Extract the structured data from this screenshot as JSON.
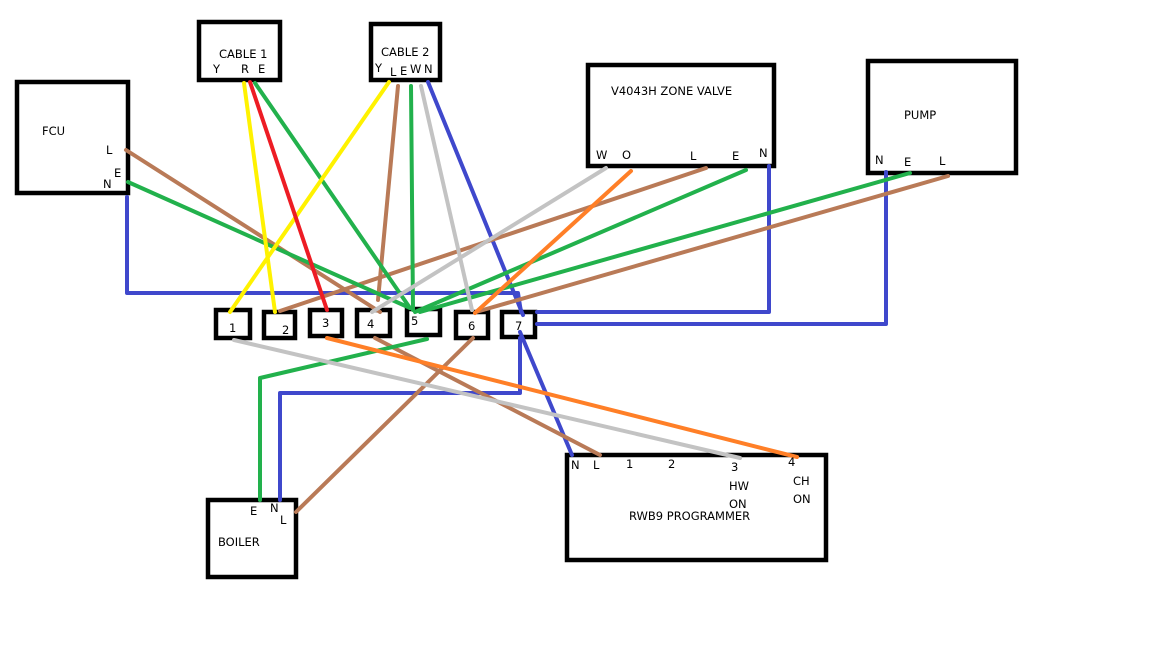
{
  "colors": {
    "blue": "#3f48cc",
    "brown": "#b97a57",
    "green": "#22b14c",
    "yellow": "#fff200",
    "red": "#ed1c24",
    "grey": "#c3c3c3",
    "orange": "#ff7f27"
  },
  "fcu": {
    "title": "FCU",
    "L": "L",
    "E": "E",
    "N": "N"
  },
  "cable1": {
    "title": "CABLE 1",
    "Y": "Y",
    "R": "R",
    "E": "E"
  },
  "cable2": {
    "title": "CABLE 2",
    "Y": "Y",
    "L": "L",
    "E": "E",
    "W": "W",
    "N": "N"
  },
  "zone_valve": {
    "title": "V4043H ZONE VALVE",
    "W": "W",
    "O": "O",
    "L": "L",
    "E": "E",
    "N": "N"
  },
  "pump": {
    "title": "PUMP",
    "N": "N",
    "E": "E",
    "L": "L"
  },
  "terminals": [
    "1",
    "2",
    "3",
    "4",
    "5",
    "6",
    "7"
  ],
  "boiler": {
    "title": "BOILER",
    "E": "E",
    "N": "N",
    "L": "L"
  },
  "programmer": {
    "title": "RWB9 PROGRAMMER",
    "N": "N",
    "L": "L",
    "t1": "1",
    "t2": "2",
    "t3": "3",
    "t4": "4",
    "hw": "HW",
    "hw_on": "ON",
    "ch": "CH",
    "ch_on": "ON"
  }
}
